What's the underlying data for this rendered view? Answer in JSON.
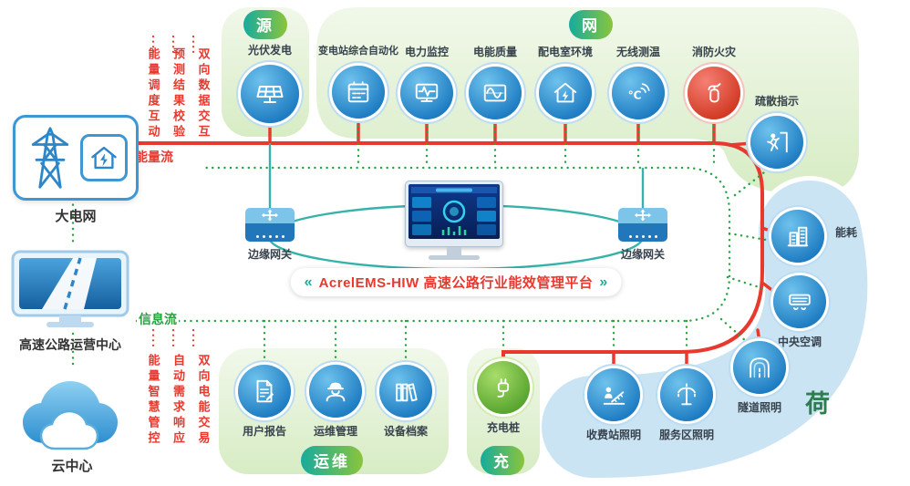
{
  "platform": {
    "left_mark": "«",
    "title": "AcrelEMS-HIW 高速公路行业能效管理平台",
    "right_mark": "»"
  },
  "badges": {
    "source": "源",
    "grid": "网",
    "load": "荷",
    "ops": "运维",
    "charge": "充"
  },
  "flows": {
    "energy": "能量流",
    "info": "信息流"
  },
  "annotations": {
    "top": [
      "能量调度互动",
      "预测结果校验",
      "双向数据交互"
    ],
    "bottom": [
      "能量智慧管控",
      "自动需求响应",
      "双向电能交易"
    ]
  },
  "left_panel": {
    "power_grid": "大电网",
    "ops_center": "高速公路运营中心",
    "cloud_center": "云中心"
  },
  "nodes": {
    "pv": "光伏发电",
    "substation": "变电站综合自动化",
    "power_monitoring": "电力监控",
    "power_quality": "电能质量",
    "dist_room_env": "配电室环境",
    "wireless_temp": "无线测温",
    "fire_safety": "消防火灾",
    "evacuation": "疏散指示",
    "energy_use": "能耗",
    "central_ac": "中央空调",
    "tunnel_lighting": "隧道照明",
    "toll_lighting": "收费站照明",
    "service_lighting": "服务区照明",
    "user_report": "用户报告",
    "om_management": "运维管理",
    "device_archive": "设备档案",
    "charging_pile": "充电桩",
    "edge_gateway_left": "边缘网关",
    "edge_gateway_right": "边缘网关"
  },
  "colors": {
    "energy_flow_red": "#e8392f",
    "info_flow_green": "#27a342",
    "platform_teal": "#1fae9a",
    "node_blue": "#1e7cc2",
    "section_green": "#d7ecc4",
    "load_blue": "#cbe4f4"
  }
}
